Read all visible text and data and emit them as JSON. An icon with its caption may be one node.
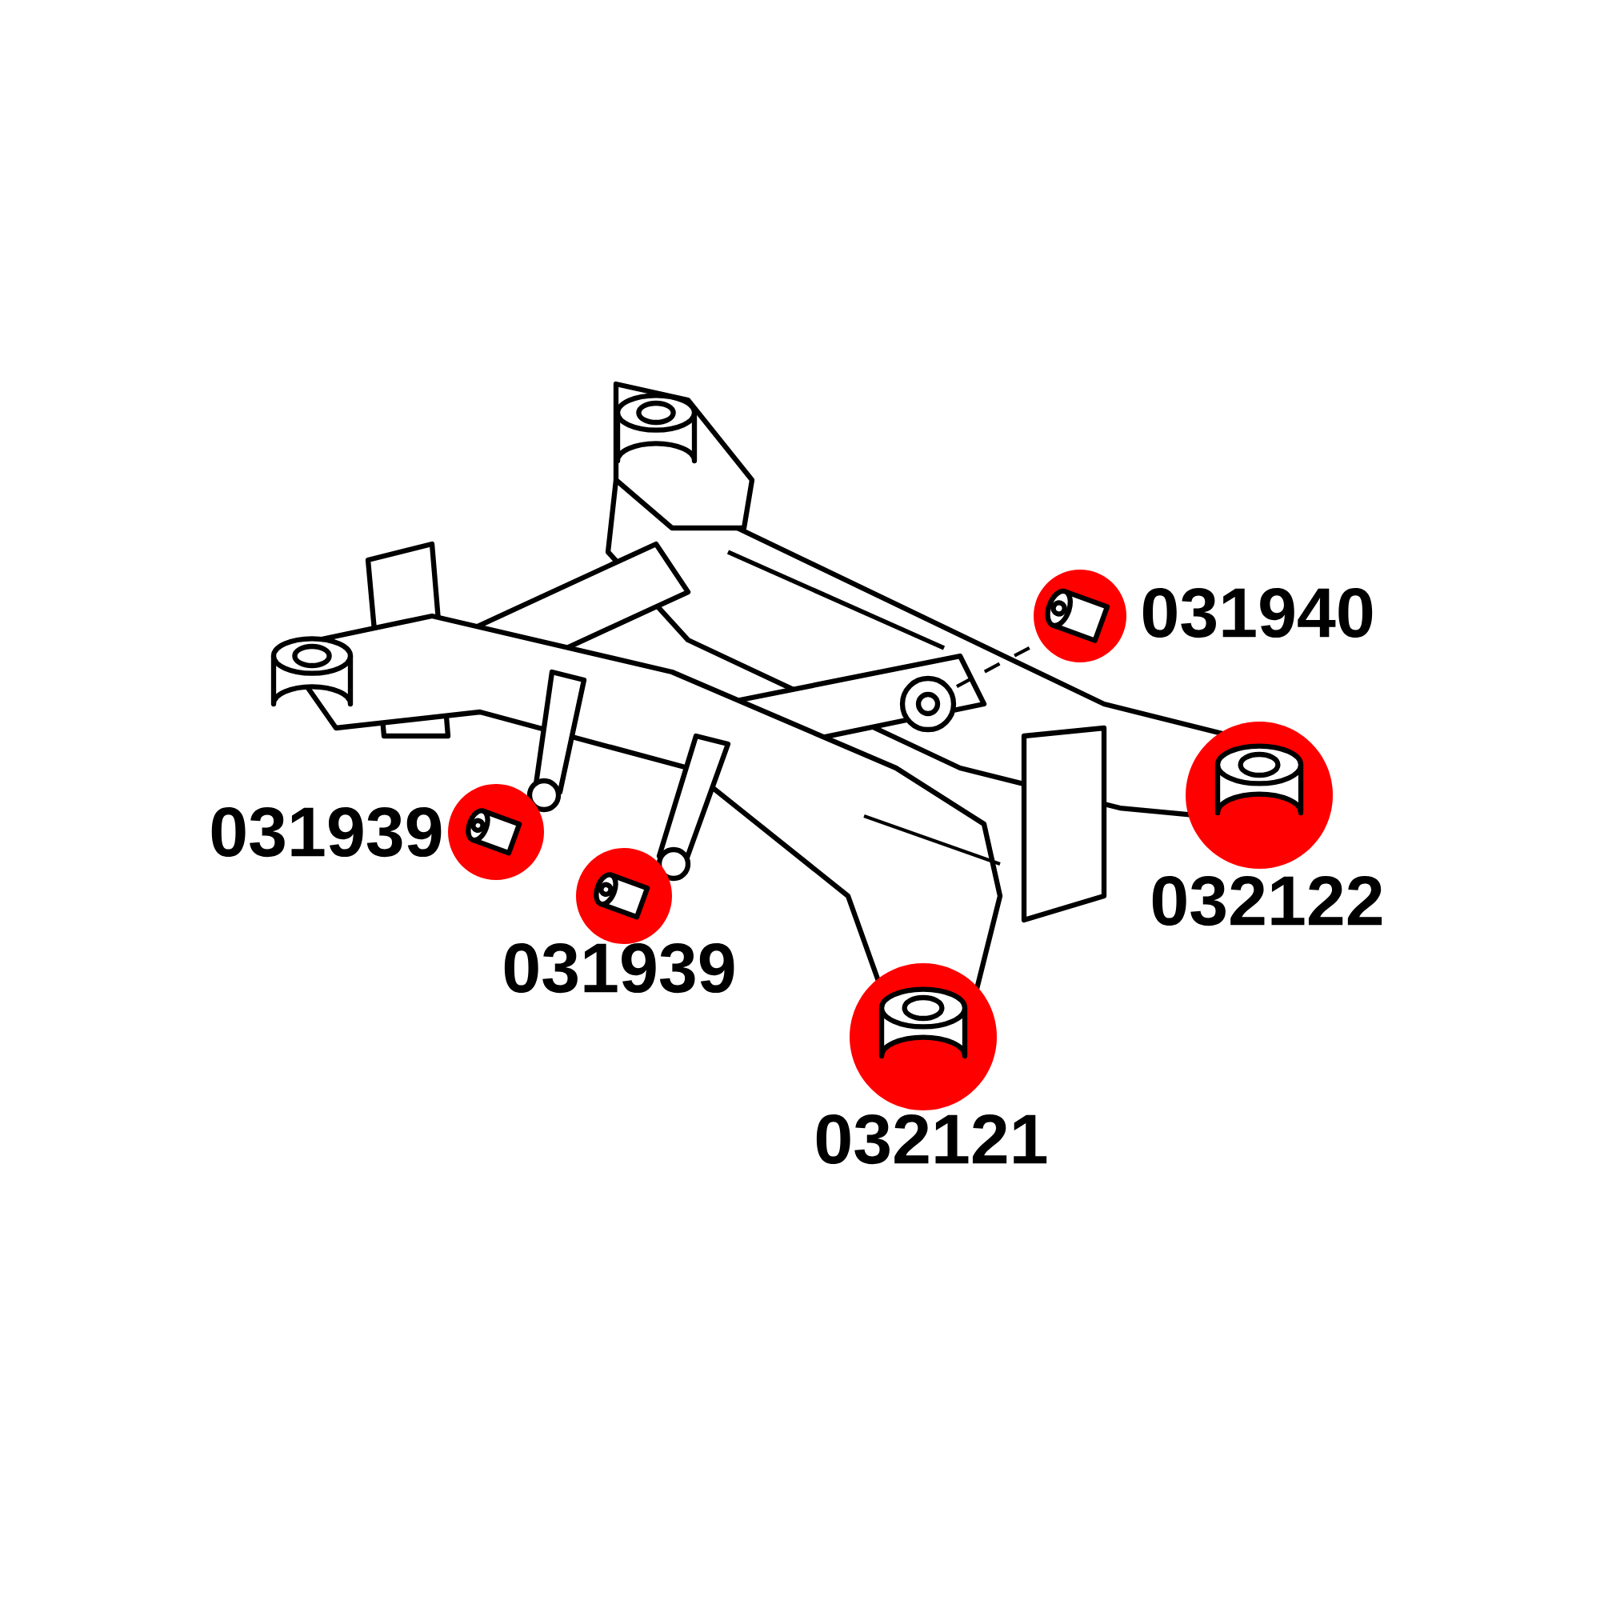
{
  "diagram": {
    "labels": [
      "031940",
      "031939",
      "031939",
      "032122",
      "032121"
    ]
  }
}
